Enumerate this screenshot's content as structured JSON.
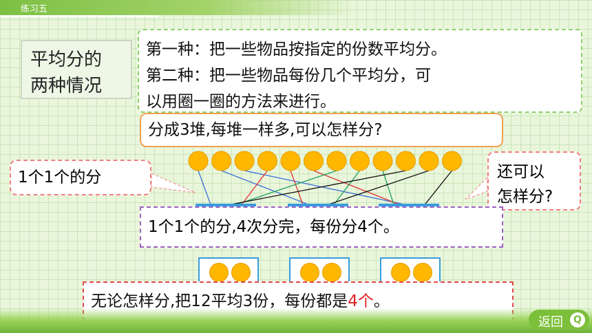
{
  "header": {
    "title": "练习五"
  },
  "concept": {
    "label_lines": [
      "平均分的",
      "两种情况"
    ],
    "lines": [
      "第一种：把一些物品按指定的份数平均分。",
      "第二种：把一些物品每份几个平均分，可",
      "以用圈一圈的方法来进行。"
    ]
  },
  "question": "分成3堆,每堆一样多,可以怎样分?",
  "bubble_left": "1个1个的分",
  "bubble_right_lines": [
    "还可以",
    "怎样分?"
  ],
  "result": "1个1个的分,4次分完，每份分4个。",
  "final": {
    "prefix": "无论怎样分,把12平均3份，每份都是",
    "highlight": "4个",
    "suffix": "。"
  },
  "nav": {
    "back_label": "返回",
    "back_icon": "magnifier-icon"
  },
  "colors": {
    "coin": "#ffb700",
    "accent_green": "#7cbf3a",
    "highlight_red": "#e02020",
    "line_colors": [
      "#3a6fd8",
      "#e03030",
      "#20a060",
      "#111111"
    ]
  },
  "diagram": {
    "coin_count": 12,
    "group_count": 3
  }
}
